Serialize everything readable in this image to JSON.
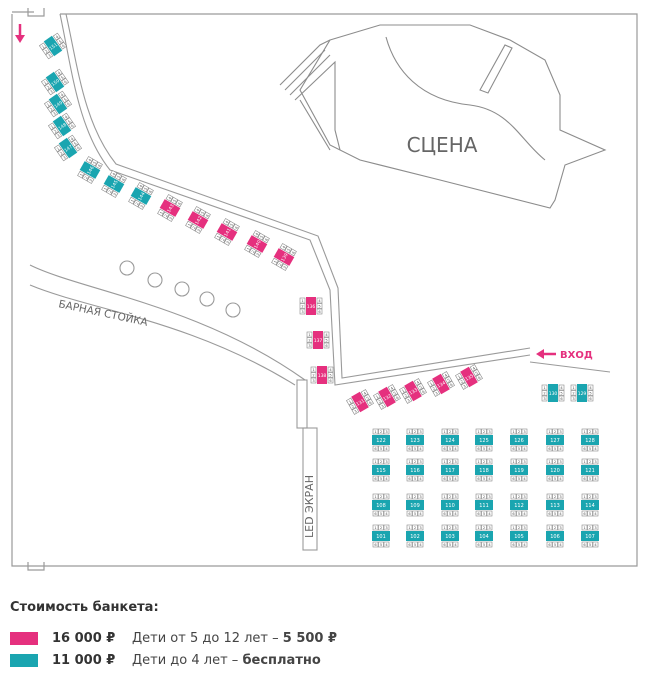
{
  "labels": {
    "stage": "СЦЕНА",
    "bar": "БАРНАЯ СТОЙКА",
    "screen": "LED ЭКРАН",
    "entrance": "ВХОД"
  },
  "colors": {
    "premium": "#e5307e",
    "standard": "#1aa5b0",
    "wall": "#9a9a9a"
  },
  "legend": {
    "title": "Стоимость банкета:",
    "items": [
      {
        "price": "16 000 ₽",
        "color": "#e5307e",
        "note": "Дети от 5 до 12 лет – ",
        "note_bold": "5 500 ₽"
      },
      {
        "price": "11 000 ₽",
        "color": "#1aa5b0",
        "note": "Дети до 4 лет – ",
        "note_bold": "бесплатно"
      }
    ]
  },
  "tables": {
    "grid_rows": [
      [
        "122",
        "123",
        "124",
        "125",
        "126",
        "127",
        "128"
      ],
      [
        "115",
        "116",
        "117",
        "118",
        "119",
        "120",
        "121"
      ],
      [
        "108",
        "109",
        "110",
        "111",
        "112",
        "113",
        "114"
      ],
      [
        "101",
        "102",
        "103",
        "104",
        "105",
        "106",
        "107"
      ]
    ],
    "grid_tier": "standard",
    "entrance_pair": [
      "130",
      "129"
    ],
    "entrance_tier": "standard",
    "bottom_row": [
      "131",
      "132",
      "133",
      "134",
      "135"
    ],
    "bottom_tier": "premium",
    "side_column": [
      "136",
      "137",
      "138"
    ],
    "side_tier": "premium",
    "diagonal": [
      {
        "n": "139",
        "tier": "premium"
      },
      {
        "n": "140",
        "tier": "premium"
      },
      {
        "n": "141",
        "tier": "premium"
      },
      {
        "n": "142",
        "tier": "premium"
      },
      {
        "n": "143",
        "tier": "premium"
      },
      {
        "n": "144",
        "tier": "standard"
      },
      {
        "n": "145",
        "tier": "standard"
      },
      {
        "n": "146",
        "tier": "standard"
      },
      {
        "n": "147",
        "tier": "standard"
      },
      {
        "n": "148",
        "tier": "standard"
      },
      {
        "n": "149",
        "tier": "standard"
      },
      {
        "n": "150",
        "tier": "standard"
      },
      {
        "n": "151",
        "tier": "standard"
      }
    ]
  }
}
